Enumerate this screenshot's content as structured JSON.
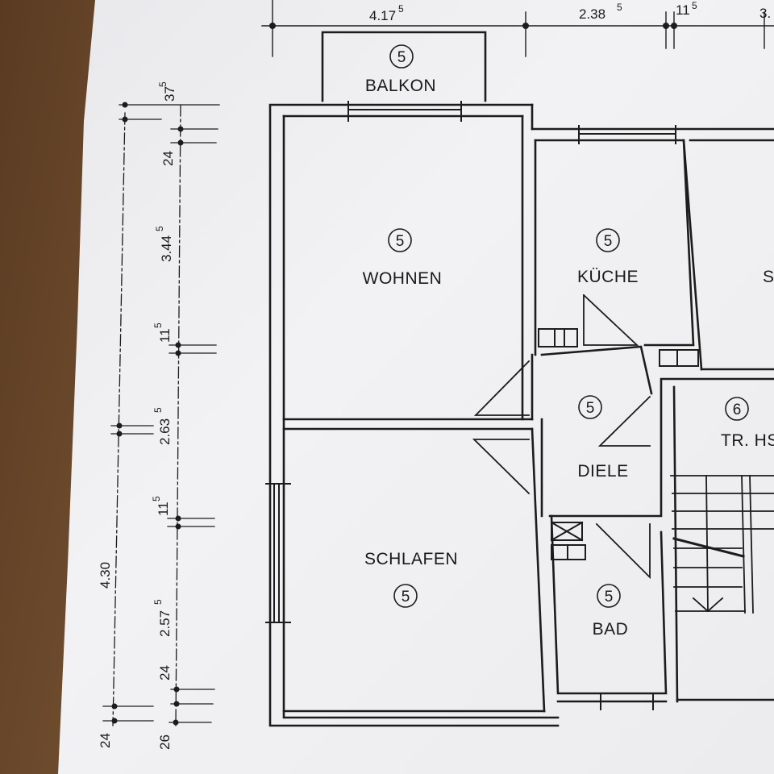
{
  "plan": {
    "rooms": [
      {
        "name": "BALKON",
        "number": "5"
      },
      {
        "name": "WOHNEN",
        "number": "5"
      },
      {
        "name": "KÜCHE",
        "number": "5"
      },
      {
        "name": "DIELE",
        "number": "5"
      },
      {
        "name": "TR. HS",
        "number": "6"
      },
      {
        "name": "SCHLAFEN",
        "number": "5"
      },
      {
        "name": "BAD",
        "number": "5"
      },
      {
        "name": "S",
        "number": ""
      }
    ],
    "top_dimensions": [
      {
        "main": "4.17",
        "sup": "5"
      },
      {
        "main": "2.38",
        "sup": "5"
      },
      {
        "main": "11",
        "sup": "5"
      },
      {
        "main": "3.",
        "sup": ""
      }
    ],
    "side_dimensions": [
      {
        "main": "37",
        "sup": "5"
      },
      {
        "main": "24",
        "sup": ""
      },
      {
        "main": "3.44",
        "sup": "5"
      },
      {
        "main": "11",
        "sup": "5"
      },
      {
        "main": "2.63",
        "sup": "5"
      },
      {
        "main": "11",
        "sup": "5"
      },
      {
        "main": "2.57",
        "sup": "5"
      },
      {
        "main": "24",
        "sup": ""
      },
      {
        "main": "26",
        "sup": ""
      },
      {
        "main": "4.30",
        "sup": ""
      },
      {
        "main": "24",
        "sup": ""
      }
    ]
  }
}
